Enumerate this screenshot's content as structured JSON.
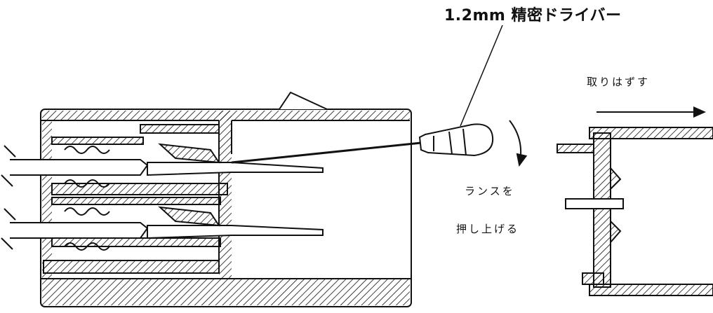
{
  "labels": {
    "tool": "1.2mm 精密ドライバー",
    "remove": "取りはずす",
    "lance_line1": "ランスを",
    "lance_line2": "押し上げる"
  },
  "colors": {
    "ink": "#111111",
    "background": "#ffffff"
  }
}
